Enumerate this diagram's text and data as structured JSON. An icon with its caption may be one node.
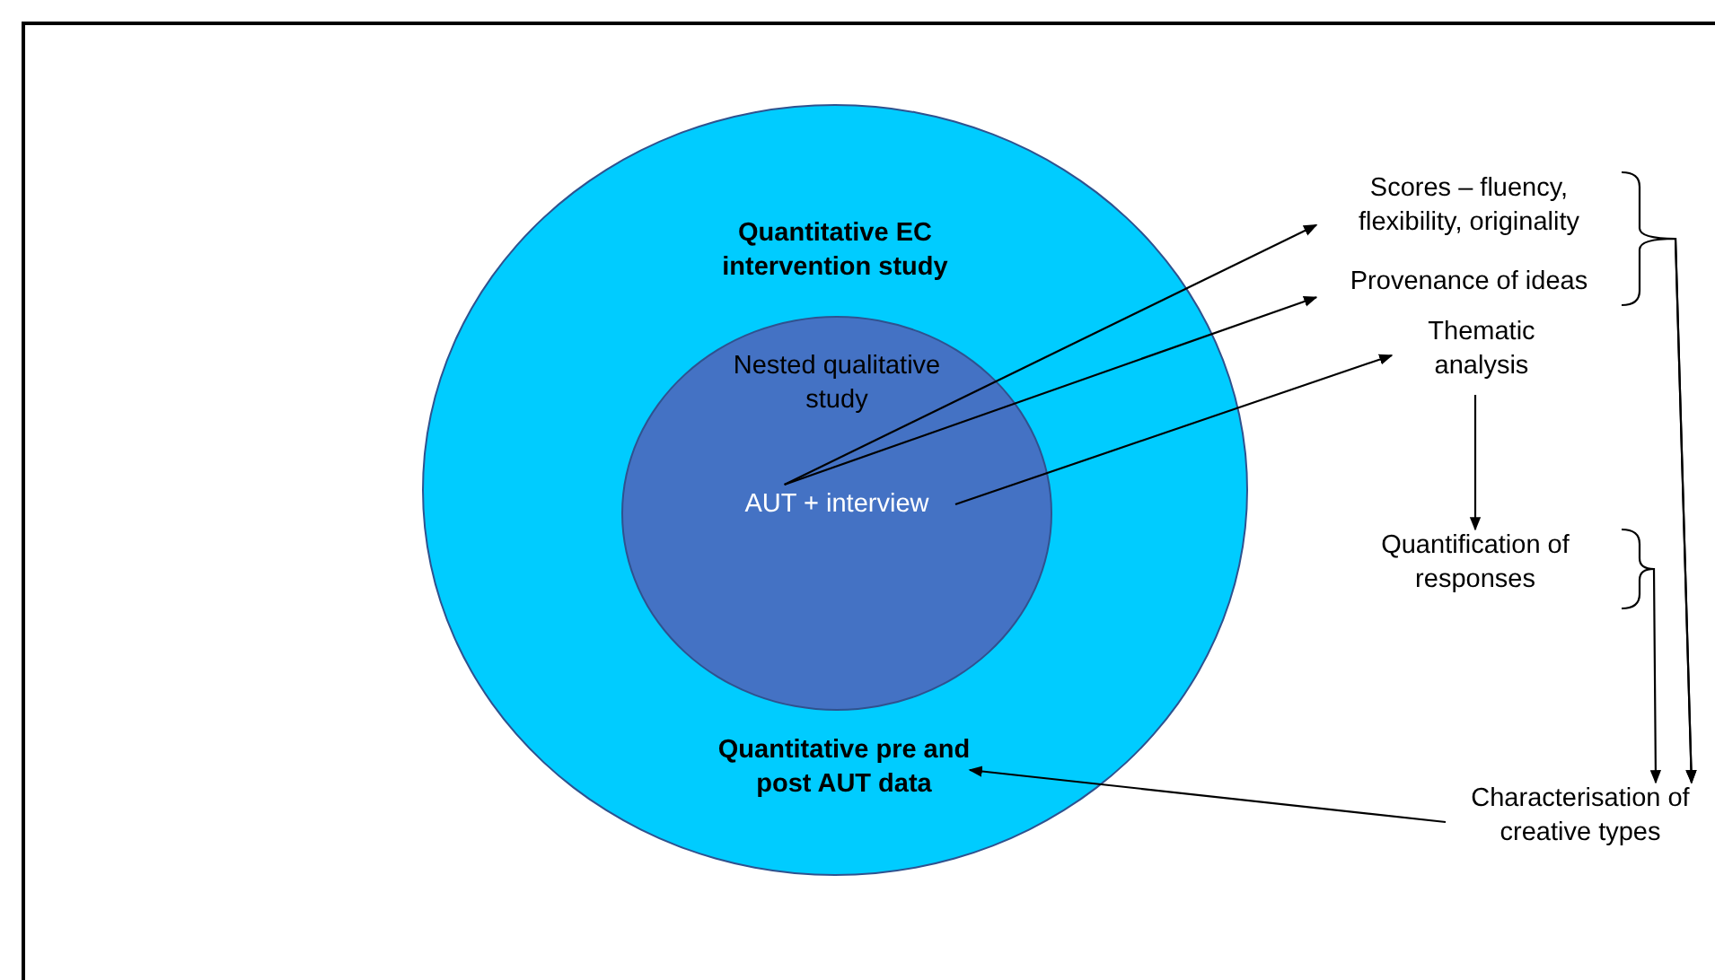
{
  "diagram": {
    "nodes": [
      {
        "text": [
          "Quantitative EC intervention study"
        ]
      },
      {
        "text": [
          "Nested qualitative study"
        ],
        "in": 0
      },
      {
        "text": [
          "AUT + interview"
        ],
        "in": 1
      },
      {
        "text": [
          "Quantitative pre and post AUT data"
        ],
        "in": 0
      },
      {
        "text": [
          "Scores – fluency, flexibility, originality"
        ]
      },
      {
        "text": [
          "Provenance of ideas"
        ]
      },
      {
        "text": [
          "Thematic analysis"
        ]
      },
      {
        "text": [
          "Quantification of responses"
        ]
      },
      {
        "text": [
          "Characterisation of creative types"
        ]
      }
    ],
    "edges": [
      {
        "from": 2,
        "to": 4,
        "arrow": "to"
      },
      {
        "from": 2,
        "to": 5,
        "arrow": "to"
      },
      {
        "from": 2,
        "to": 6,
        "arrow": "to"
      },
      {
        "from": 6,
        "to": 7,
        "arrow": "to"
      },
      {
        "from": 4,
        "to": 8,
        "arrow": "to"
      },
      {
        "from": 5,
        "to": 8,
        "arrow": "to"
      },
      {
        "from": 7,
        "to": 8,
        "arrow": "to"
      },
      {
        "from": 8,
        "to": 3,
        "arrow": "to"
      }
    ]
  }
}
